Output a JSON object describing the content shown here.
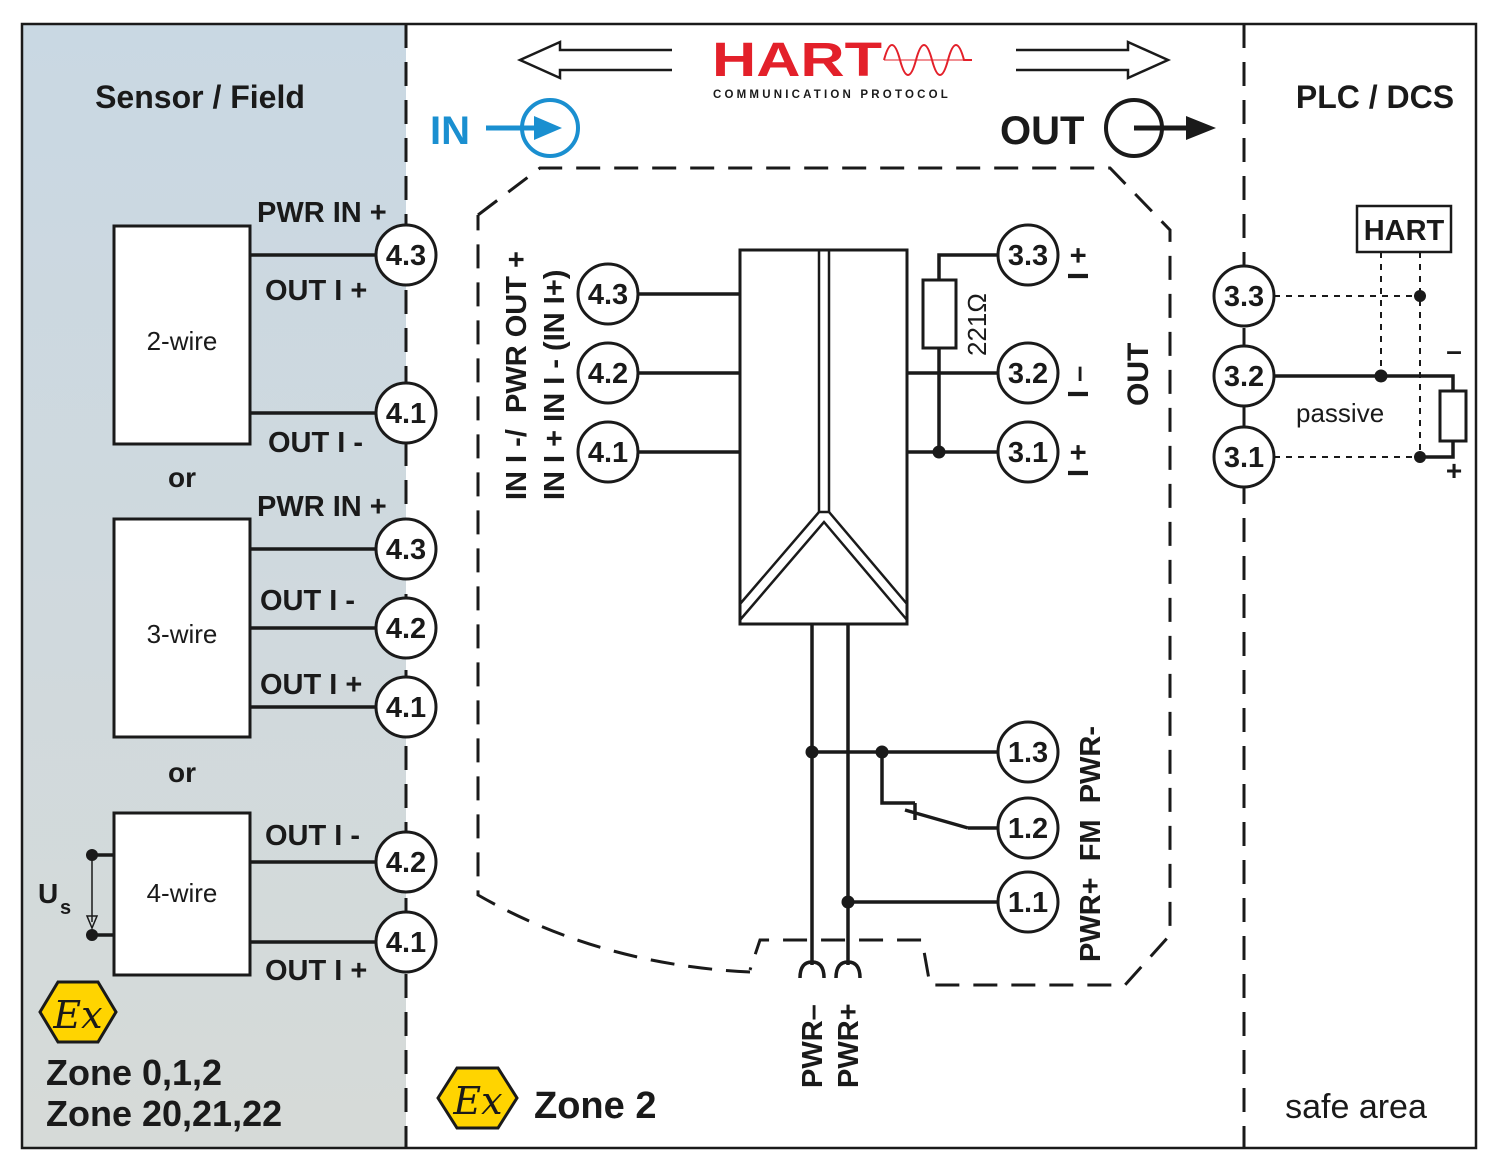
{
  "sections": {
    "field_title": "Sensor / Field",
    "plc_title": "PLC / DCS",
    "safe_area": "safe area",
    "zone2": "Zone 2",
    "zones_hazard_line1": "Zone 0,1,2",
    "zones_hazard_line2": "Zone 20,21,22",
    "ex_symbol": "Ex"
  },
  "header": {
    "hart_logo": "HART",
    "hart_sub": "COMMUNICATION PROTOCOL",
    "in_label": "IN",
    "out_label": "OUT"
  },
  "sensors": {
    "two_wire": "2-wire",
    "three_wire": "3-wire",
    "four_wire": "4-wire",
    "or_label": "or",
    "us_label": "U",
    "us_sub": "s",
    "pwr_in_plus": "PWR IN +",
    "out_i_plus": "OUT I +",
    "out_i_minus": "OUT I -"
  },
  "module": {
    "in_labels_line1": "IN I -/  PWR OUT +",
    "in_labels_line2": "IN I + IN I - (IN I+)",
    "resistor": "221Ω",
    "out_vertical": "OUT",
    "out_pol_top": "I +",
    "out_pol_mid": "I –",
    "out_pol_bot": "I +",
    "pwr_labels": "PWR+  FM  PWR-",
    "pwr_minus": "PWR–",
    "pwr_plus": "PWR+"
  },
  "terminals": {
    "t43": "4.3",
    "t42": "4.2",
    "t41": "4.1",
    "t33": "3.3",
    "t32": "3.2",
    "t31": "3.1",
    "t13": "1.3",
    "t12": "1.2",
    "t11": "1.1"
  },
  "plc": {
    "hart_box": "HART",
    "passive": "passive",
    "minus": "–",
    "plus": "+"
  },
  "colors": {
    "hazard_bg": "#cfdbe3",
    "accent_blue": "#1a8fd0",
    "hart_red": "#e3202a",
    "ex_yellow": "#ffd400",
    "line": "#1a1a1a"
  }
}
